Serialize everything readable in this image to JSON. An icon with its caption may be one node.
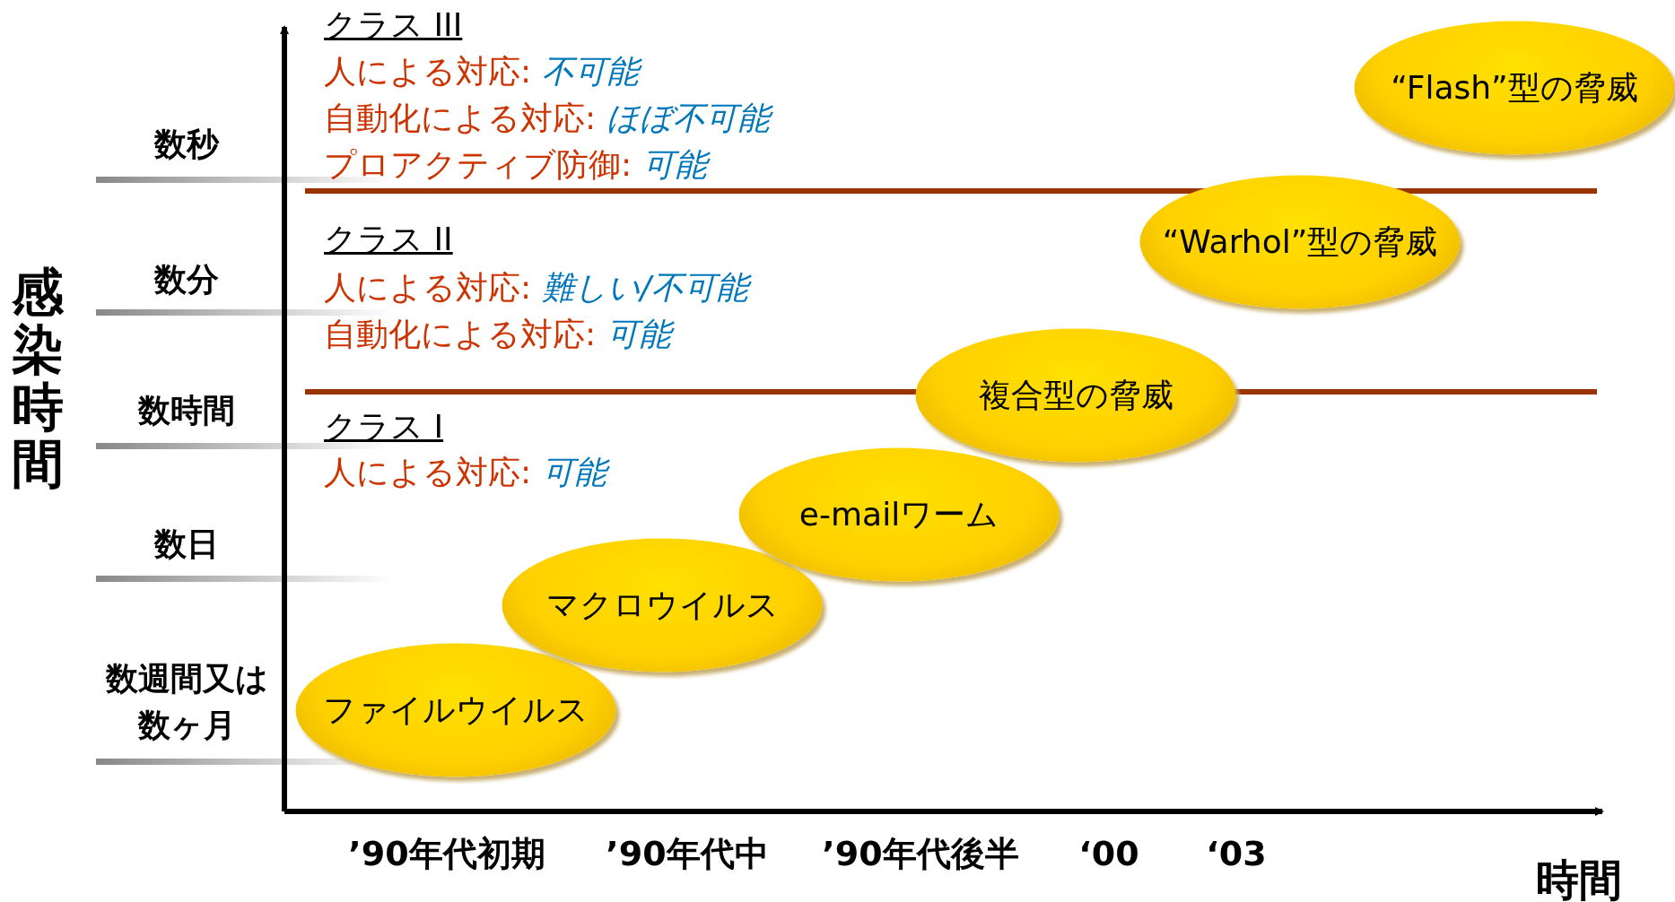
{
  "diagram": {
    "nodes": [
      {
        "text": [
          "ファイルウイルス"
        ]
      },
      {
        "text": [
          "マクロウイルス"
        ]
      },
      {
        "text": [
          "e-mailワーム"
        ]
      },
      {
        "text": [
          "複合型の脅威"
        ]
      },
      {
        "text": [
          "“Warhol”型の脅威"
        ]
      },
      {
        "text": [
          "“Flash”型の脅威"
        ]
      }
    ],
    "edges": [],
    "labels": [
      "クラス III",
      "人による対応: *不可能*",
      "自動化による対応: *ほぼ不可能*",
      "プロアクティブ防御: *可能*",
      "クラス II",
      "人による対応: *難しい/不可能*",
      "自動化による対応: *可能*",
      "クラス I",
      "人による対応: *可能*",
      "数秒",
      "数分",
      "数時間",
      "数日",
      "数週間又は数ヶ月",
      "感染時間",
      "’90年代初期",
      "’90年代中",
      "’90年代後半",
      "‘00",
      "‘03",
      "時間"
    ]
  }
}
